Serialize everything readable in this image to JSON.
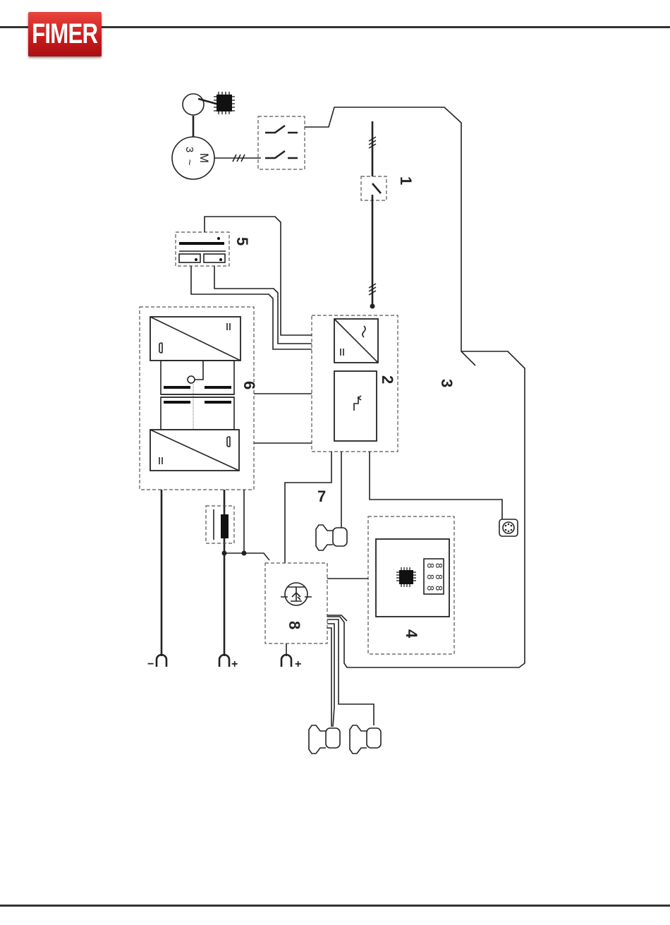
{
  "header": {
    "logo_text": "FIMER"
  },
  "diagram": {
    "labels": {
      "block_1": "1",
      "block_2": "2",
      "block_3": "3",
      "block_4": "4",
      "block_5": "5",
      "block_6": "6",
      "block_7": "7",
      "block_8": "8"
    },
    "motor": {
      "line1": "M",
      "line2": "3",
      "line3": "~"
    },
    "terminals": {
      "neg": "−",
      "pos1": "+",
      "pos2": "+"
    },
    "display_digits": [
      "8",
      "8",
      "8",
      "8",
      "8",
      "8"
    ]
  },
  "colors": {
    "brand_red": "#c8191c",
    "line": "#222222",
    "dash": "#555555"
  }
}
